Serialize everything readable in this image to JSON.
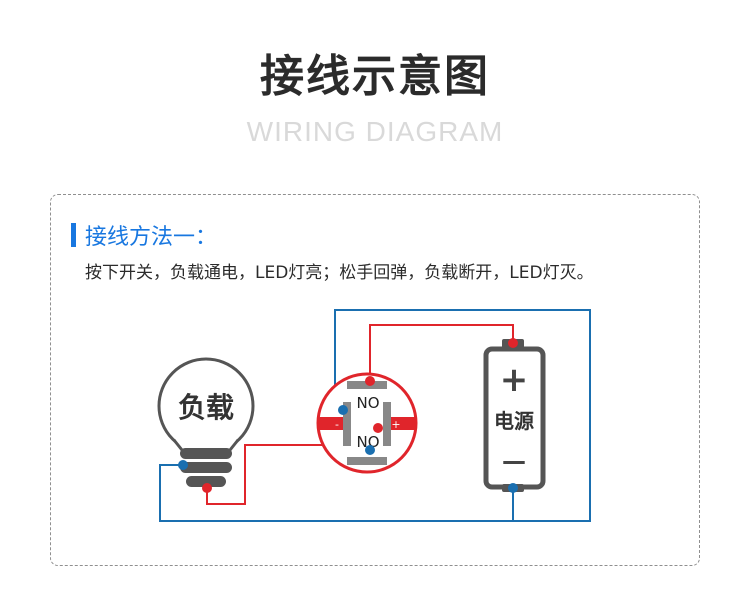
{
  "header": {
    "title": "接线示意图",
    "subtitle": "WIRING DIAGRAM"
  },
  "method": {
    "title": "接线方法一：",
    "description": "按下开关，负载通电，LED灯亮；松手回弹，负载断开，LED灯灭。"
  },
  "diagram": {
    "load_label": "负载",
    "switch_top_label": "NO",
    "switch_bottom_label": "NO",
    "switch_minus": "-",
    "switch_plus": "+",
    "battery_plus": "+",
    "battery_label": "电源",
    "battery_minus": "—",
    "colors": {
      "blue_wire": "#1a6fb0",
      "red_wire": "#e0252b",
      "body_dark": "#555555",
      "switch_red": "#e0252b",
      "node_blue": "#1a6fb0",
      "node_red": "#e0252b"
    }
  }
}
